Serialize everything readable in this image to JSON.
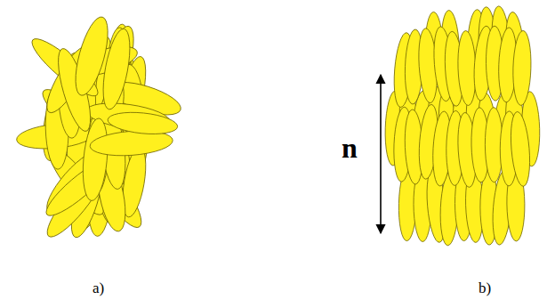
{
  "diagram": {
    "labels": [
      "n",
      "a)",
      "b)"
    ]
  }
}
